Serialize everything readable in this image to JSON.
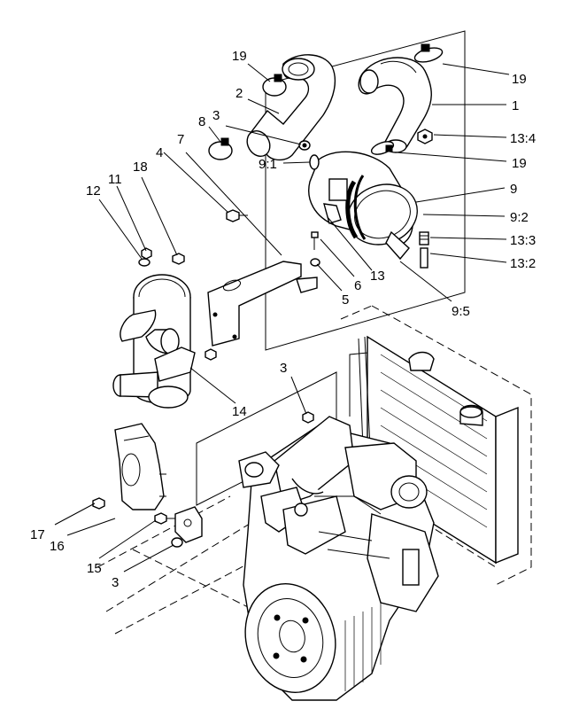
{
  "callouts": {
    "c1": "1",
    "c2": "2",
    "c3_top": "3",
    "c3_mid": "3",
    "c3_bottom": "3",
    "c4": "4",
    "c5": "5",
    "c6": "6",
    "c7": "7",
    "c8": "8",
    "c9": "9",
    "c9_1": "9:1",
    "c9_2": "9:2",
    "c9_5": "9:5",
    "c11": "11",
    "c12": "12",
    "c13": "13",
    "c13_2": "13:2",
    "c13_3": "13:3",
    "c13_4": "13:4",
    "c14": "14",
    "c15": "15",
    "c16": "16",
    "c17": "17",
    "c18": "18",
    "c19_topleft": "19",
    "c19_topright": "19",
    "c19_mid": "19"
  }
}
